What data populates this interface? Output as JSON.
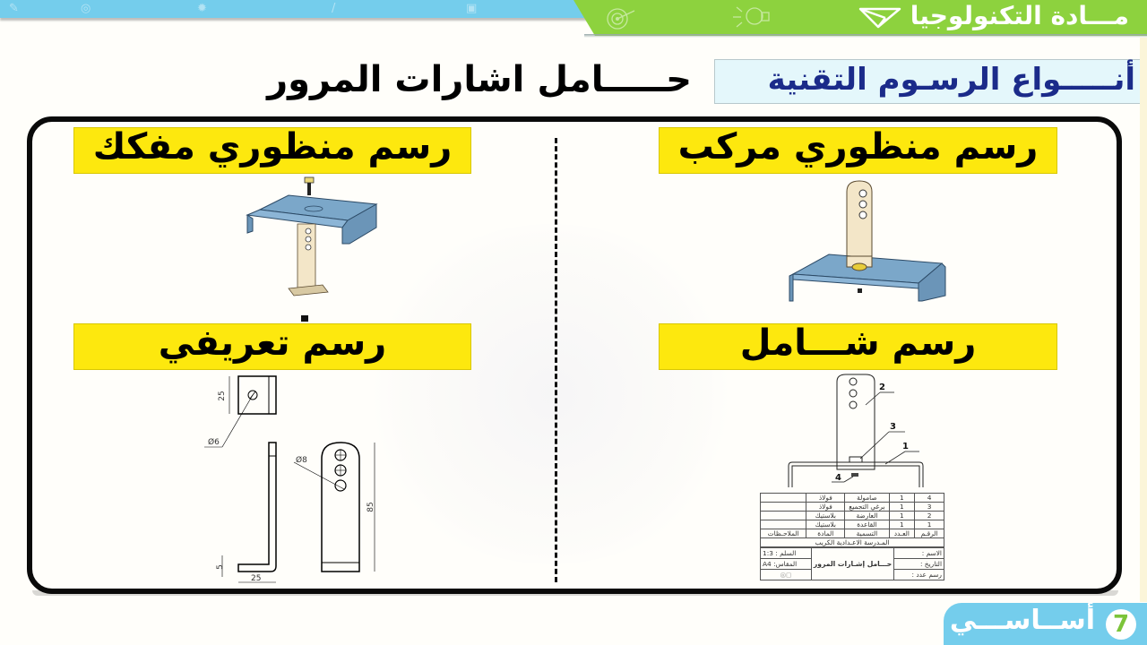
{
  "header": {
    "subject_title": "مـــادة التكنولوجيا",
    "accent_blue": "#74cdec",
    "accent_green": "#8dd23e",
    "icons": [
      "paper-plane-icon",
      "lightbulb-icon",
      "target-icon"
    ]
  },
  "page": {
    "main_title": "حـــــامل اشارات المرور",
    "types_title": "أنـــــواع الرسـوم التقنية"
  },
  "sections": {
    "exploded": {
      "label": "رسم منظوري مفكك"
    },
    "assembled": {
      "label": "رسم منظوري مركب"
    },
    "detail": {
      "label": "رسم تعريفي",
      "dimensions": {
        "top_height": "25",
        "hole_small": "Ø6",
        "hole_large": "Ø8",
        "height": "85",
        "thickness": "5",
        "width": "25"
      }
    },
    "general": {
      "label": "رسم شـــامل",
      "callouts": [
        "1",
        "2",
        "3",
        "4"
      ]
    }
  },
  "title_block": {
    "rows": [
      {
        "num": "4",
        "qty": "1",
        "name": "صامولة",
        "material": "فولاذ",
        "notes": ""
      },
      {
        "num": "3",
        "qty": "1",
        "name": "برغي التجميع",
        "material": "فولاذ",
        "notes": ""
      },
      {
        "num": "2",
        "qty": "1",
        "name": "العارضة",
        "material": "بلاستيك",
        "notes": ""
      },
      {
        "num": "1",
        "qty": "1",
        "name": "القاعدة",
        "material": "بلاستيك",
        "notes": ""
      }
    ],
    "headers": {
      "num": "الرقـم",
      "qty": "العـدد",
      "name": "التسمية",
      "material": "المادة",
      "notes": "الملاحـظات"
    },
    "school": "المـدرسة الاعـدادية الكريب",
    "name_label": "الاسم :",
    "date_label": "التاريخ :",
    "drawing_no_label": "رسم عدد :",
    "project_title": "حـــامل إشـارات المرور",
    "scale_label": "السلم : 1:3",
    "paper_label": "المقاس: A4"
  },
  "footer": {
    "level_number": "7",
    "level_label": "أســاســـي"
  }
}
